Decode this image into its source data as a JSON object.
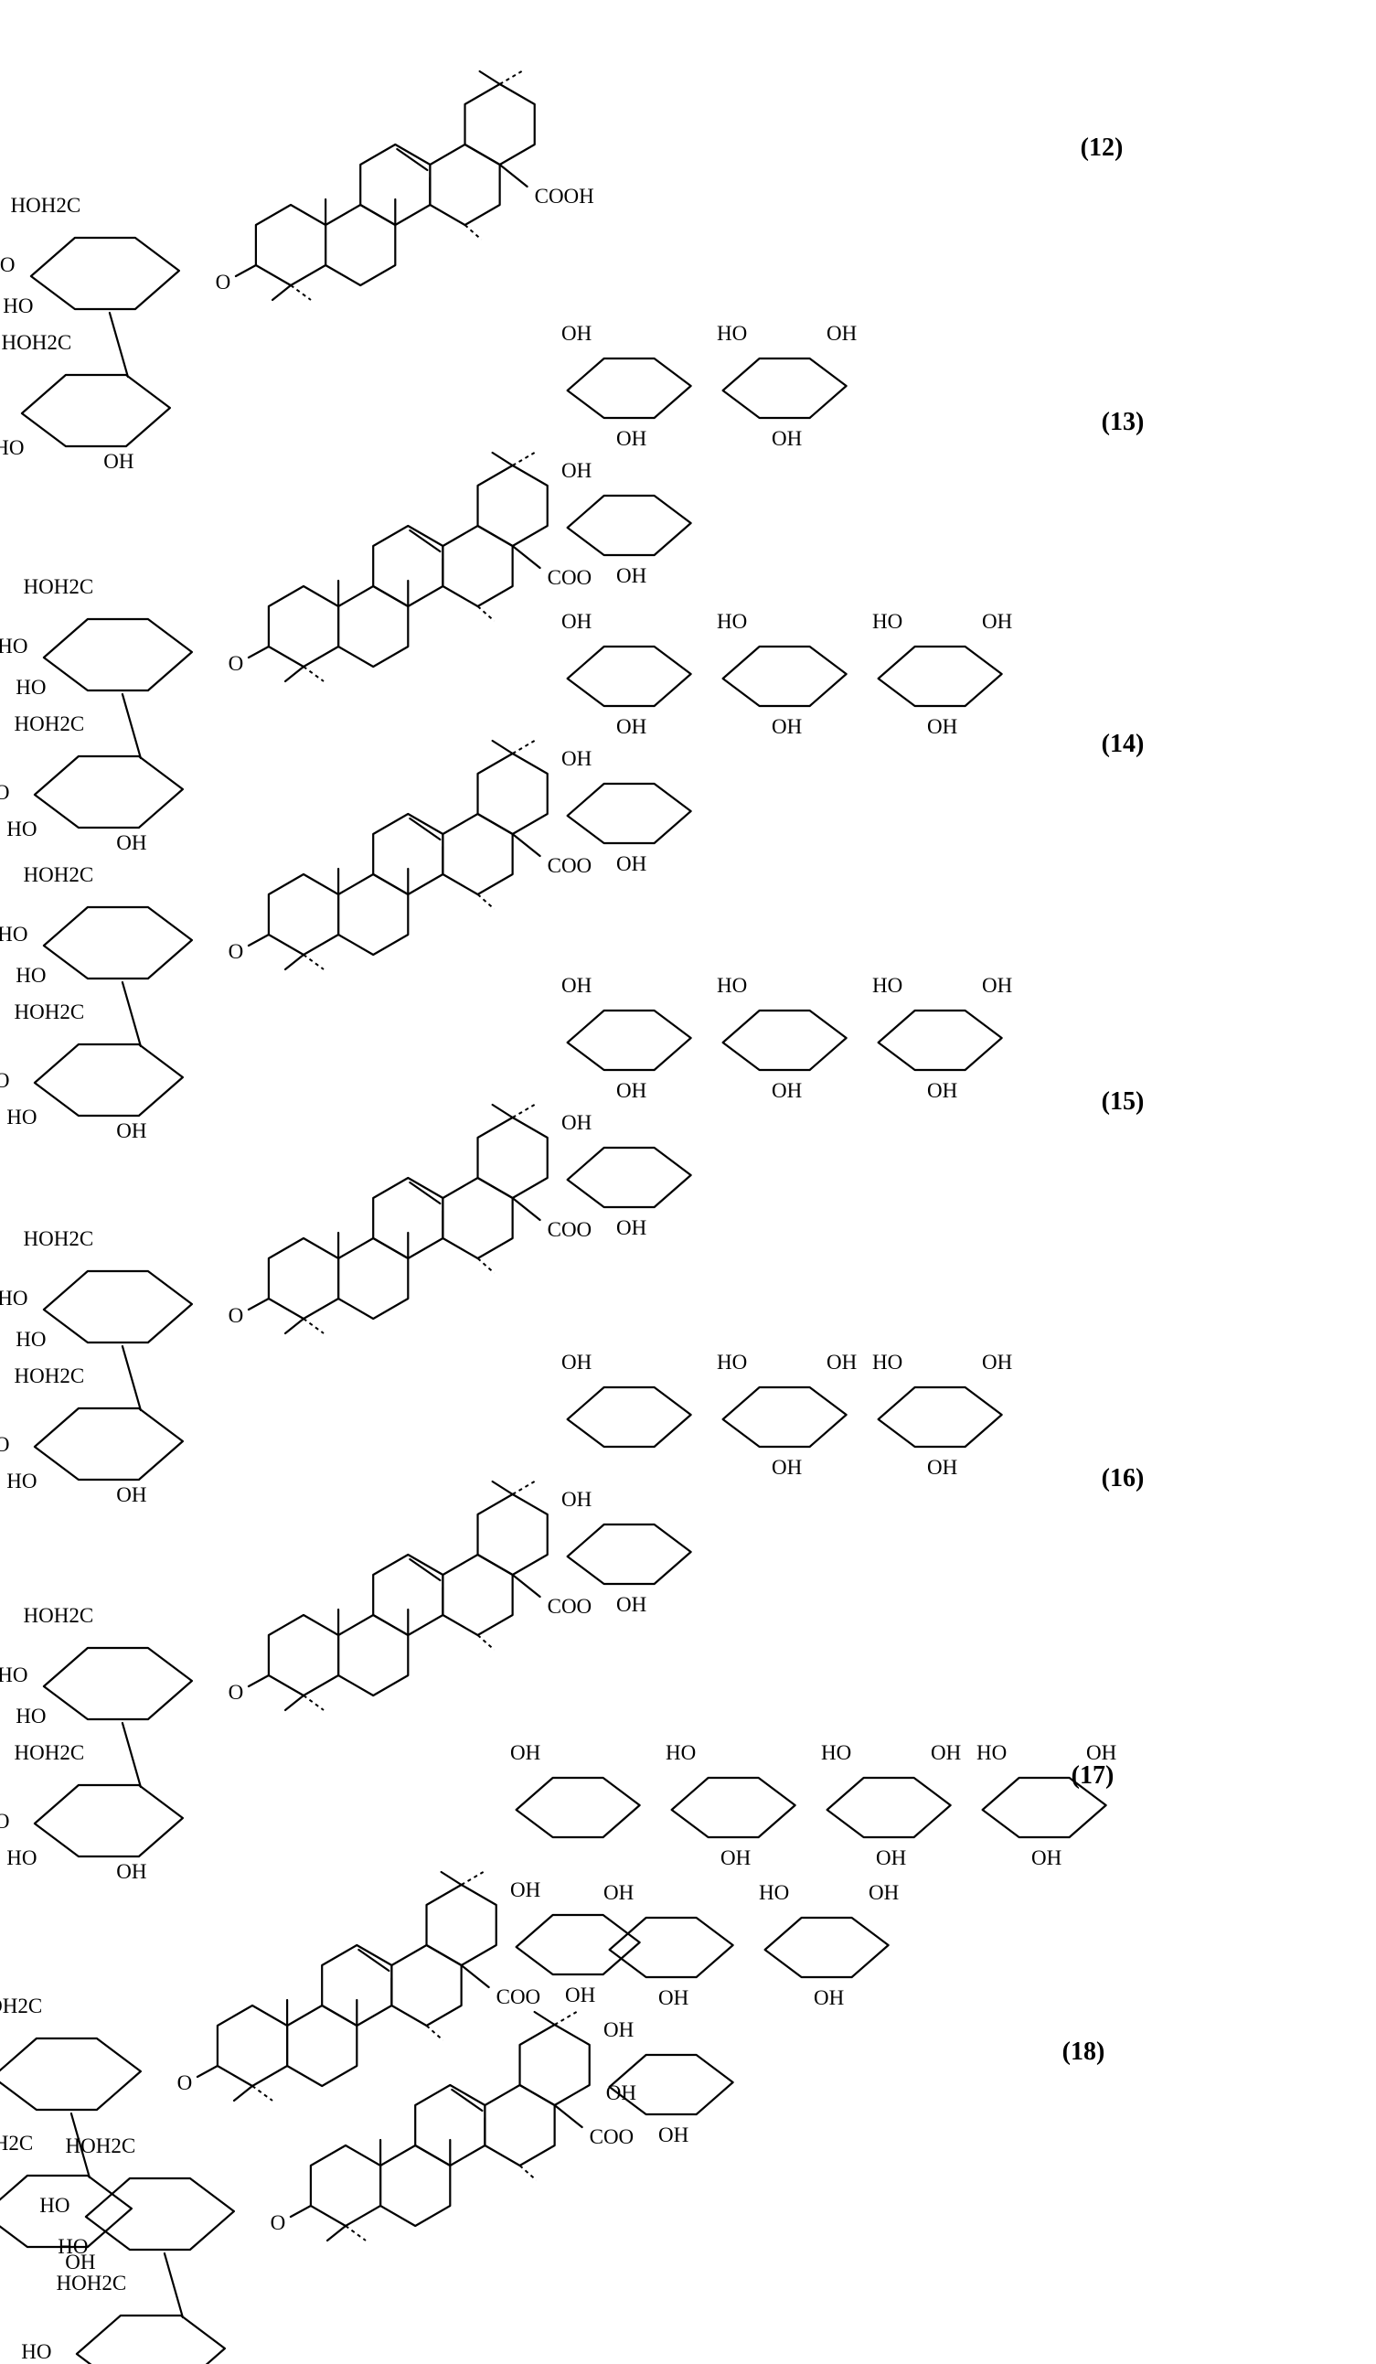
{
  "figure": {
    "compounds": [
      {
        "label": "(12)",
        "ester": "COOH",
        "sugars": [
          {
            "name": "glc-1",
            "text": [
              "HOH2C",
              "HO",
              "HO"
            ]
          },
          {
            "name": "glc-2",
            "text": [
              "HOH2C",
              "HO",
              "HO",
              "OH"
            ]
          }
        ],
        "extra_text": []
      },
      {
        "label": "(13)",
        "ester": "COO",
        "sugars": [
          {
            "name": "glc-1",
            "text": [
              "HOH2C",
              "HO",
              "HO"
            ]
          },
          {
            "name": "glc-2",
            "text": [
              "HOH2C",
              "HO",
              "HO",
              "OH"
            ]
          },
          {
            "name": "ara",
            "text": [
              "OH",
              "OH"
            ]
          },
          {
            "name": "rha",
            "text": [
              "OH",
              "OH"
            ]
          },
          {
            "name": "xyl-1",
            "text": [
              "HO",
              "OH",
              "OH"
            ]
          }
        ],
        "extra_text": []
      },
      {
        "label": "(14)",
        "ester": "COO",
        "sugars": [
          {
            "name": "glc-1",
            "text": [
              "HOH2C",
              "HO",
              "HO"
            ]
          },
          {
            "name": "glc-2",
            "text": [
              "HOH2C",
              "HO",
              "HO",
              "OH"
            ]
          },
          {
            "name": "ara",
            "text": [
              "OH",
              "OH"
            ]
          },
          {
            "name": "rha",
            "text": [
              "OH",
              "OH"
            ]
          },
          {
            "name": "xyl-1",
            "text": [
              "HO",
              "OH"
            ]
          },
          {
            "name": "xyl-2",
            "text": [
              "HO",
              "OH",
              "OH"
            ]
          }
        ],
        "extra_text": []
      },
      {
        "label": "(15)",
        "ester": "COO",
        "sugars": [
          {
            "name": "glc-1",
            "text": [
              "HOH2C",
              "HO",
              "HO"
            ]
          },
          {
            "name": "glc-2",
            "text": [
              "HOH2C",
              "HO",
              "HO",
              "OH"
            ]
          },
          {
            "name": "ara",
            "text": [
              "OH",
              "OH"
            ]
          },
          {
            "name": "rha",
            "text": [
              "OH",
              "OH"
            ]
          },
          {
            "name": "xyl-1",
            "text": [
              "HO",
              "OH"
            ]
          },
          {
            "name": "xyl-2",
            "text": [
              "HO",
              "OH",
              "OH"
            ]
          }
        ],
        "extra_text": []
      },
      {
        "label": "(16)",
        "ester": "COO",
        "sugars": [
          {
            "name": "glc-1",
            "text": [
              "HOH2C",
              "HO",
              "HO"
            ]
          },
          {
            "name": "glc-2",
            "text": [
              "HOH2C",
              "HO",
              "HO",
              "OH"
            ]
          },
          {
            "name": "ara",
            "text": [
              "OH",
              "OH"
            ]
          },
          {
            "name": "rha",
            "text": [
              "OH"
            ]
          },
          {
            "name": "xyl-1",
            "text": [
              "HO",
              "OH",
              "OH"
            ]
          },
          {
            "name": "xyl-2",
            "text": [
              "HO",
              "OH",
              "OH"
            ]
          }
        ],
        "extra_text": []
      },
      {
        "label": "(17)",
        "ester": "COO",
        "sugars": [
          {
            "name": "glc-1",
            "text": [
              "HOH2C",
              "HO",
              "HO"
            ]
          },
          {
            "name": "glc-2",
            "text": [
              "HOH2C",
              "HO",
              "HO",
              "OH"
            ]
          },
          {
            "name": "ara",
            "text": [
              "OH",
              "OH"
            ]
          },
          {
            "name": "rha",
            "text": [
              "OH"
            ]
          },
          {
            "name": "xyl-1",
            "text": [
              "HO",
              "OH"
            ]
          },
          {
            "name": "xyl-2",
            "text": [
              "HO",
              "OH",
              "OH"
            ]
          },
          {
            "name": "xyl-3",
            "text": [
              "HO",
              "OH",
              "OH"
            ]
          }
        ],
        "extra_text": []
      },
      {
        "label": "(18)",
        "ester": "COO",
        "sugars": [
          {
            "name": "glc-1",
            "text": [
              "HOH2C",
              "HO",
              "HO"
            ]
          },
          {
            "name": "glc-2",
            "text": [
              "HOH2C",
              "HO",
              "HO",
              "OH"
            ]
          },
          {
            "name": "ara",
            "text": [
              "OH",
              "OH"
            ]
          },
          {
            "name": "rha",
            "text": [
              "OH",
              "OH"
            ]
          },
          {
            "name": "xyl-1",
            "text": [
              "HO",
              "OH",
              "OH"
            ]
          }
        ],
        "extra_text": [
          "OH"
        ]
      }
    ]
  }
}
